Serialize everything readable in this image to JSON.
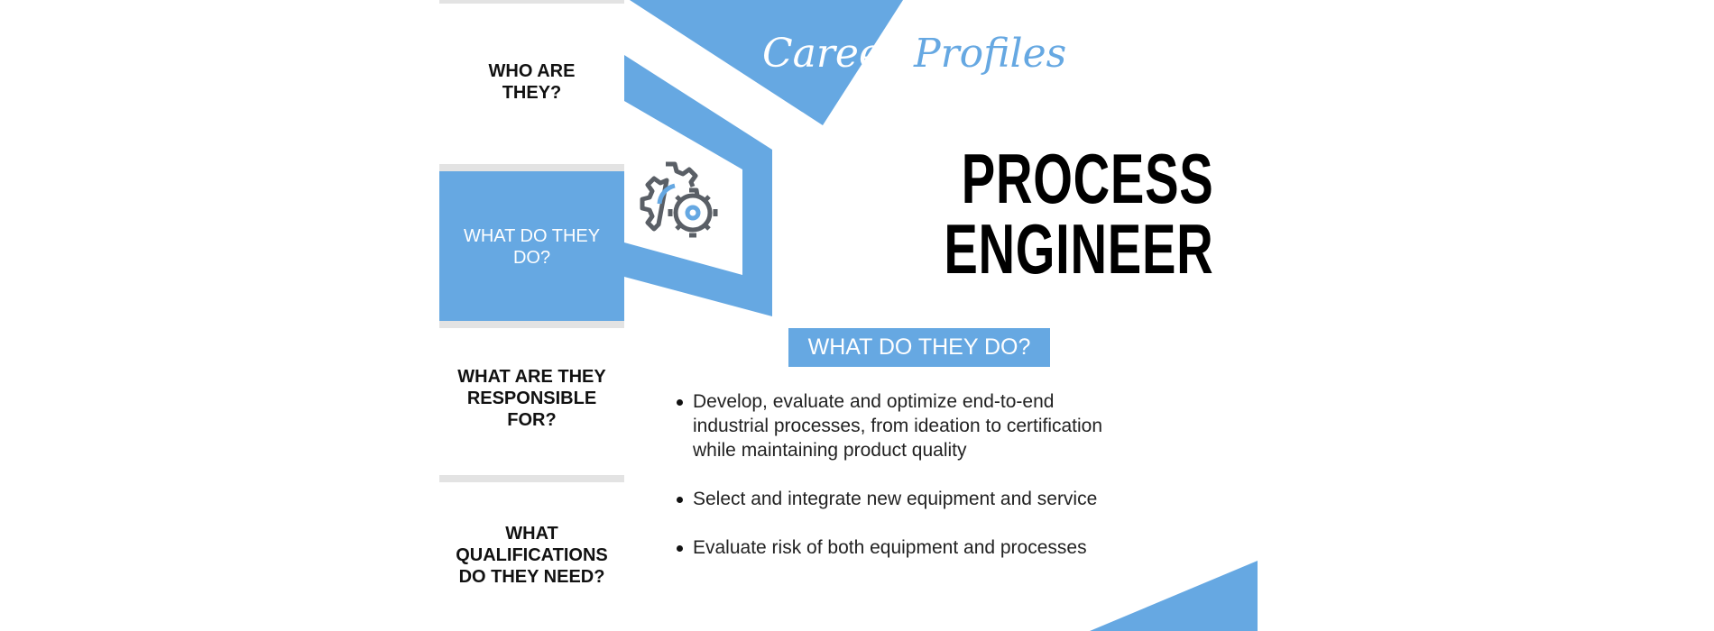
{
  "brand": {
    "script_title_1": "Career",
    "script_title_2": "Profiles",
    "accent": "#66a8e2"
  },
  "nav": [
    {
      "label_lines": [
        "WHO ARE",
        "THEY?"
      ],
      "active": false
    },
    {
      "label_lines": [
        "WHAT DO THEY",
        "DO?"
      ],
      "active": true
    },
    {
      "label_lines": [
        "WHAT ARE THEY",
        "RESPONSIBLE",
        "FOR?"
      ],
      "active": false
    },
    {
      "label_lines": [
        "WHAT",
        "QUALIFICATIONS",
        "DO THEY NEED?"
      ],
      "active": false
    }
  ],
  "title": {
    "line1": "PROCESS",
    "line2": "ENGINEER"
  },
  "section": {
    "heading": "WHAT DO THEY DO?",
    "bullets": [
      [
        "Develop, evaluate and optimize end-to-end",
        "industrial processes, from ideation to certification",
        "while maintaining product quality"
      ],
      [
        "Select and integrate new equipment and service"
      ],
      [
        "Evaluate risk of both equipment and processes"
      ]
    ]
  },
  "icons": {
    "main": "gears-icon"
  }
}
